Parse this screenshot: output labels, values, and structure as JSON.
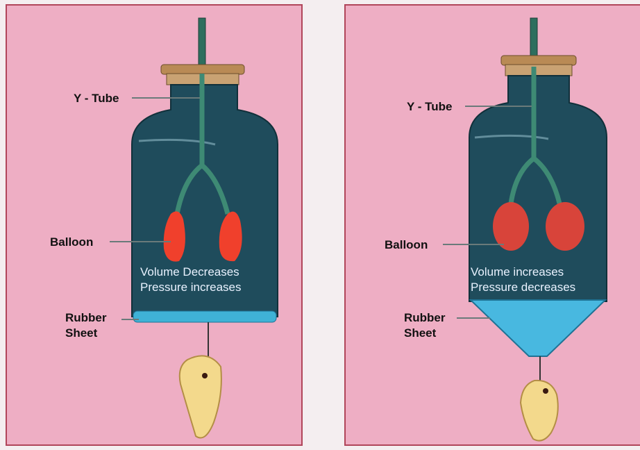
{
  "panels": [
    {
      "id": "exhale",
      "labels": {
        "y_tube": "Y - Tube",
        "balloon": "Balloon",
        "rubber_sheet_1": "Rubber",
        "rubber_sheet_2": "Sheet"
      },
      "notes": {
        "line1": "Volume Decreases",
        "line2": "Pressure increases"
      },
      "colors": {
        "balloon": "#f0402c",
        "sheet": "#3fb2d6"
      }
    },
    {
      "id": "inhale",
      "labels": {
        "y_tube": "Y - Tube",
        "balloon": "Balloon",
        "rubber_sheet_1": "Rubber",
        "rubber_sheet_2": "Sheet"
      },
      "notes": {
        "line1": "Volume increases",
        "line2": "Pressure decreases"
      },
      "colors": {
        "balloon": "#d8443a",
        "sheet": "#48b8e0"
      }
    }
  ],
  "colors": {
    "background": "#eeaec4",
    "border": "#b0455a",
    "jar": "#1f4c5c",
    "cork": "#b98a55",
    "tube": "#2e6e5e",
    "weight": "#f3d98c"
  }
}
